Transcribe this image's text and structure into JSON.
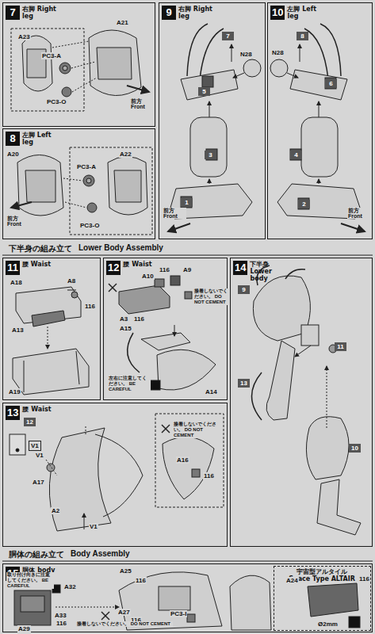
{
  "diagram": {
    "nodes": [
      {
        "text": [
          "7",
          "右脚 Right leg"
        ]
      },
      {
        "text": [
          "9",
          "右脚 Right leg"
        ]
      },
      {
        "text": [
          "10",
          "左脚 Left leg"
        ]
      },
      {
        "text": [
          "8",
          "左脚 Left leg"
        ]
      },
      {
        "text": [
          "下半身の組み立て",
          "Lower Body Assembly"
        ]
      },
      {
        "text": [
          "11",
          "腰 Waist"
        ]
      },
      {
        "text": [
          "12",
          "腰 Waist"
        ]
      },
      {
        "text": [
          "14",
          "下半身 Lower body"
        ]
      },
      {
        "text": [
          "13",
          "腰 Waist"
        ]
      },
      {
        "text": [
          "胴体の組み立て",
          "Body Assembly"
        ]
      },
      {
        "text": [
          "15",
          "胴体 body"
        ]
      },
      {
        "text": [
          "宇宙型アルタイル",
          "Space Type ALTAIR"
        ],
        "in": 10
      }
    ],
    "labels": [
      "A23",
      "A21",
      "PC3-A",
      "PC3-O",
      "前方 Front",
      "A20",
      "PC3-A",
      "A22",
      "PC3-O",
      "前方 Front",
      "7",
      "N28",
      "5",
      "3",
      "1",
      "前方 Front",
      "8",
      "N28",
      "6",
      "4",
      "2",
      "前方 Front",
      "A18",
      "A8",
      "116",
      "A13",
      "A19",
      "A10",
      "116",
      "A9",
      "A3",
      "116",
      "接着しないでください。 DO NOT CEMENT",
      "A15",
      "A14",
      "左右に注意してください。 BE CAREFUL",
      "12",
      "V1",
      "V1",
      "A17",
      "A2",
      "V1",
      "接着しないでください。 DO NOT CEMENT",
      "A16",
      "116",
      "9",
      "11",
      "13",
      "10",
      "取り付け向きに注意してください。 BE CAREFUL",
      "A32",
      "A33",
      "116",
      "A29",
      "A25",
      "116",
      "A27",
      "116",
      "PC3-I",
      "接着しないでください。 DO NOT CEMENT",
      "A24",
      "116",
      "Ø2mm"
    ]
  }
}
